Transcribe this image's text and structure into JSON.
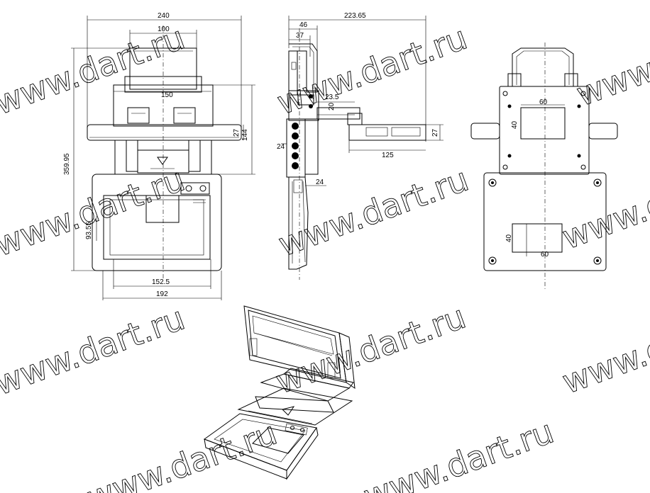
{
  "watermark": {
    "text": "www.dart.ru"
  },
  "front_view": {
    "dims": {
      "width_total": "240",
      "width_top": "100",
      "width_mid": "150",
      "height_total": "359.95",
      "height_upper": "144",
      "height_arm": "27",
      "width_base": "152.5",
      "width_bottom": "192",
      "screen_side": "93.55"
    }
  },
  "side_view": {
    "dims": {
      "length_total": "223.65",
      "offset_a": "46",
      "offset_b": "37",
      "hinge": "23.5",
      "gap": "20",
      "thickness_a": "24",
      "thickness_b": "24",
      "arm_height": "27",
      "arm_length": "125"
    }
  },
  "rear_view": {
    "dims": {
      "mount_w_top": "60",
      "mount_h_top": "40",
      "mount_h_bottom": "40",
      "mount_w_bottom": "60"
    }
  }
}
